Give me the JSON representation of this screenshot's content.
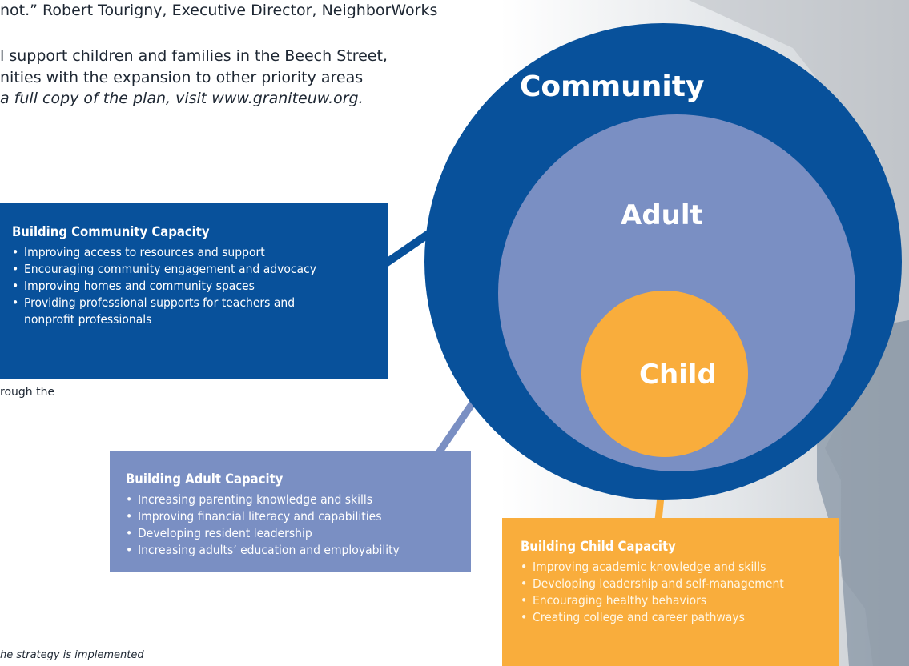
{
  "intro": {
    "line1": "not.”  Robert Tourigny, Executive Director, NeighborWorks",
    "line2": "l support children and families in the Beech Street,",
    "line3": "nities with the expansion to other priority areas",
    "line4": "a full copy of the plan, visit www.graniteuw.org."
  },
  "circles": {
    "community": "Community",
    "adult": "Adult",
    "child": "Child"
  },
  "community_box": {
    "title": "Building Community Capacity",
    "items": [
      "Improving access to resources and support",
      "Encouraging community engagement and advocacy",
      "Improving homes and community spaces",
      "Providing professional supports for teachers and nonprofit professionals"
    ]
  },
  "adult_box": {
    "title": "Building Adult Capacity",
    "items": [
      "Increasing parenting knowledge and skills",
      "Improving financial literacy and capabilities",
      "Developing resident leadership",
      "Increasing adults’ education and employability"
    ]
  },
  "child_box": {
    "title": "Building Child Capacity",
    "items": [
      "Improving academic knowledge and skills",
      "Developing leadership and self-management",
      "Encouraging healthy behaviors",
      "Creating college and career pathways"
    ]
  },
  "fragments": {
    "through": "rough the",
    "footer": "he strategy is implemented"
  },
  "colors": {
    "community": "#08519b",
    "adult": "#7a8fc3",
    "child": "#f9ad3c"
  }
}
